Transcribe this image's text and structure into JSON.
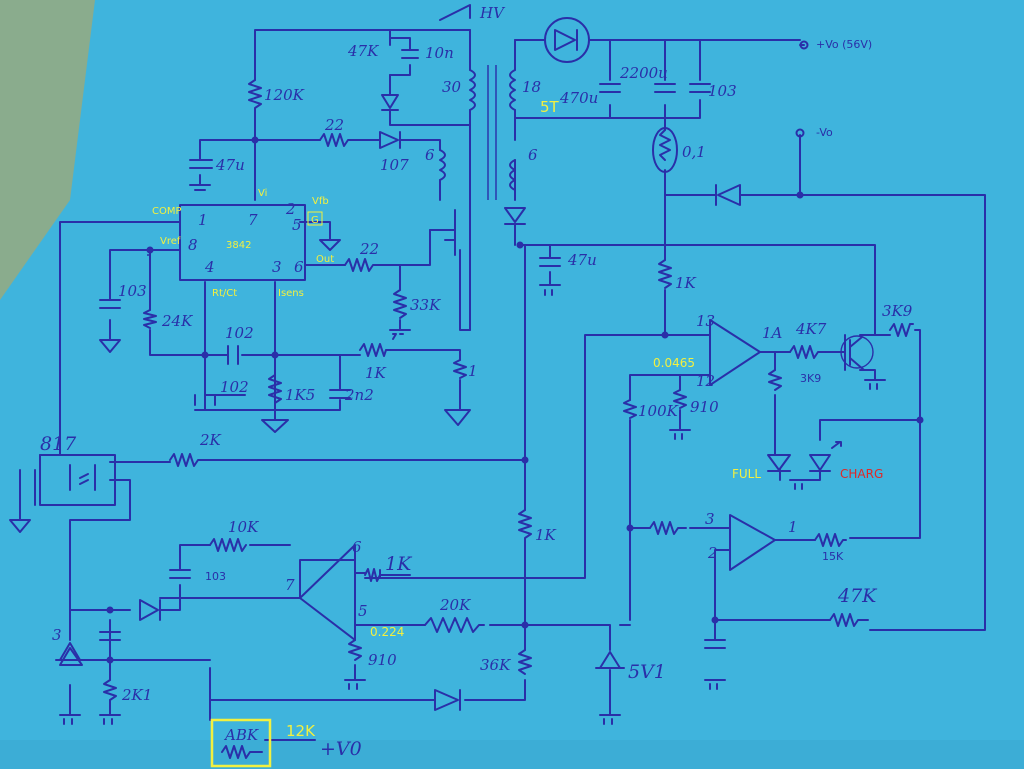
{
  "components": {
    "hv": "HV",
    "vo_pos": "+Vo (56V)",
    "vo_neg": "-Vo",
    "r_47k_top": "47K",
    "c_10n": "10n",
    "r_120k": "120K",
    "t_30": "30",
    "t_18": "18",
    "t_5t": "5T",
    "t_6a": "6",
    "t_6b": "6",
    "c_470u": "470u",
    "c_2200u": "2200u",
    "c_103_top": "103",
    "r_22_top": "22",
    "d_107": "107",
    "c_47u_left": "47u",
    "shunt_01": "0,1",
    "r_1k_opto": "1K",
    "c_47u_mid": "47u",
    "r_22_gate": "22",
    "r_33k": "33K",
    "c_103_left": "103",
    "r_24k": "24K",
    "c_102_a": "102",
    "c_102_b": "102",
    "r_1k5": "1K5",
    "c_2n2": "2n2",
    "r_1k_sense": "1K",
    "r_1_sense": "1",
    "opto": "817",
    "r_2k": "2K",
    "r_3k9_top": "3K9",
    "r_3k9_mid": "3K9",
    "r_4k7": "4K7",
    "pin_13": "13",
    "pin_12": "12",
    "pin_1a": "1A",
    "r_100k": "100K",
    "r_910_a": "910",
    "r_10k": "10K",
    "c_103_fb": "103",
    "pin_6": "6",
    "pin_7": "7",
    "pin_5": "5",
    "r_1k_fb": "1K",
    "r_1k_div": "1K",
    "r_20k": "20K",
    "r_910_b": "910",
    "pin_3": "3",
    "pin_2": "2",
    "pin_1": "1",
    "r_15k": "15K",
    "r_47k_b": "47K",
    "r_36k": "36K",
    "r_2k1": "2K1",
    "zener_5v1": "5V1",
    "r_abk": "ABK",
    "vo_out": "+V0",
    "pin_3_tl": "3"
  },
  "annotations": {
    "comp": "COMP",
    "vi": "Vi",
    "vfb": "Vfb",
    "g": "G",
    "vref": "Vref",
    "ic_name": "3842",
    "out": "Out",
    "rt_ct": "Rt/Ct",
    "isens": "Isens",
    "p1": "1",
    "p7": "7",
    "p2": "2",
    "p5": "5",
    "p8": "8",
    "p4": "4",
    "p3": "3",
    "p6": "6",
    "v_0465": "0.0465",
    "v_0224": "0.224",
    "full": "FULL",
    "charg": "CHARG",
    "r_12k": "12K"
  },
  "colors": {
    "paper": "#3fb4dd",
    "ink": "#2a2fa8",
    "label_yellow": "#f2f040",
    "label_red": "#e02828"
  }
}
